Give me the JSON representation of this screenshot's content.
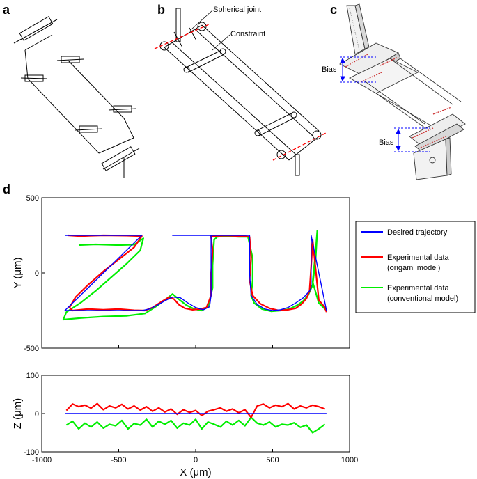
{
  "panels": {
    "a": "a",
    "b": "b",
    "c": "c",
    "d": "d"
  },
  "annotations": {
    "spherical_joint": "Spherical joint",
    "constraint": "Constraint",
    "bias_top": "Bias",
    "bias_bottom": "Bias"
  },
  "colors": {
    "desired": "#0000ff",
    "origami": "#ff0000",
    "conventional": "#00ee00",
    "dashed_axis": "#ff0000",
    "bias_arrow": "#0000ff"
  },
  "chart_data": [
    {
      "type": "line",
      "xlabel": "",
      "ylabel": "Y (μm)",
      "xlim": [
        -1000,
        1000
      ],
      "ylim": [
        -500,
        500
      ],
      "yticks": [
        "500",
        "0",
        "-500"
      ],
      "xticks": [],
      "legend_position": "right",
      "series": [
        {
          "name": "Desired trajectory",
          "x": [
            -850,
            -350,
            -850,
            -850,
            -350,
            -300,
            -250,
            -200,
            -150,
            -100,
            -50,
            0,
            50,
            90,
            100,
            100,
            100,
            100,
            -150,
            100,
            350,
            350,
            360,
            400,
            450,
            500,
            550,
            600,
            650,
            700,
            740,
            750,
            750,
            750,
            750,
            850
          ],
          "y": [
            250,
            250,
            -250,
            -250,
            -250,
            -240,
            -215,
            -185,
            -160,
            -165,
            -200,
            -230,
            -245,
            -225,
            -150,
            250,
            250,
            250,
            250,
            250,
            250,
            0,
            -150,
            -210,
            -240,
            -250,
            -245,
            -230,
            -200,
            -165,
            -120,
            -100,
            250,
            250,
            250,
            -250
          ]
        },
        {
          "name": "Experimental data\n(origami model)",
          "x": [
            -830,
            -750,
            -600,
            -450,
            -350,
            -400,
            -500,
            -600,
            -700,
            -780,
            -820,
            -800,
            -700,
            -600,
            -500,
            -400,
            -330,
            -280,
            -220,
            -170,
            -140,
            -110,
            -70,
            -20,
            30,
            70,
            100,
            100,
            110,
            100,
            100,
            200,
            300,
            350,
            360,
            350,
            370,
            420,
            480,
            540,
            600,
            650,
            690,
            720,
            740,
            750,
            760,
            800,
            840,
            850
          ],
          "y": [
            250,
            245,
            250,
            248,
            245,
            170,
            90,
            10,
            -80,
            -160,
            -230,
            -250,
            -240,
            -245,
            -240,
            -248,
            -250,
            -230,
            -190,
            -160,
            -175,
            -210,
            -235,
            -245,
            -240,
            -230,
            -150,
            0,
            150,
            240,
            245,
            248,
            245,
            240,
            100,
            -50,
            -150,
            -205,
            -235,
            -250,
            -245,
            -235,
            -205,
            -170,
            -120,
            40,
            220,
            -180,
            -230,
            -260
          ]
        },
        {
          "name": "Experimental data\n(conventional model)",
          "x": [
            -760,
            -650,
            -500,
            -400,
            -340,
            -360,
            -450,
            -550,
            -650,
            -750,
            -840,
            -860,
            -750,
            -600,
            -450,
            -330,
            -260,
            -200,
            -150,
            -110,
            -60,
            -10,
            40,
            80,
            110,
            110,
            120,
            140,
            200,
            280,
            340,
            370,
            370,
            360,
            380,
            430,
            490,
            550,
            610,
            660,
            700,
            730,
            760,
            780,
            790,
            780,
            760,
            800,
            850
          ],
          "y": [
            185,
            190,
            185,
            188,
            230,
            150,
            60,
            -30,
            -120,
            -200,
            -260,
            -310,
            -300,
            -290,
            -285,
            -270,
            -225,
            -180,
            -140,
            -175,
            -215,
            -240,
            -250,
            -225,
            -100,
            50,
            220,
            240,
            245,
            240,
            240,
            100,
            -50,
            -150,
            -200,
            -240,
            -255,
            -250,
            -240,
            -215,
            -185,
            -150,
            -80,
            100,
            280,
            150,
            -60,
            -200,
            -250
          ]
        }
      ]
    },
    {
      "type": "line",
      "xlabel": "X (μm)",
      "ylabel": "Z (μm)",
      "xlim": [
        -1000,
        1000
      ],
      "ylim": [
        -100,
        100
      ],
      "yticks": [
        "100",
        "0",
        "-100"
      ],
      "xticks": [
        "-1000",
        "-500",
        "0",
        "500",
        "1000"
      ],
      "series": [
        {
          "name": "Desired trajectory",
          "x": [
            -850,
            850
          ],
          "y": [
            0,
            0
          ]
        },
        {
          "name": "Experimental data\n(origami model)",
          "x": [
            -840,
            -800,
            -760,
            -720,
            -680,
            -640,
            -600,
            -560,
            -520,
            -480,
            -440,
            -400,
            -360,
            -320,
            -280,
            -240,
            -200,
            -160,
            -120,
            -80,
            -40,
            0,
            40,
            80,
            120,
            160,
            200,
            240,
            280,
            320,
            360,
            400,
            440,
            480,
            520,
            560,
            600,
            640,
            680,
            720,
            760,
            800,
            840
          ],
          "y": [
            8,
            25,
            18,
            22,
            14,
            26,
            10,
            20,
            15,
            24,
            12,
            20,
            9,
            18,
            6,
            15,
            4,
            12,
            -2,
            10,
            3,
            8,
            -5,
            6,
            10,
            15,
            6,
            12,
            2,
            10,
            -10,
            20,
            25,
            15,
            22,
            18,
            26,
            12,
            20,
            15,
            22,
            18,
            12
          ]
        },
        {
          "name": "Experimental data\n(conventional model)",
          "x": [
            -840,
            -800,
            -760,
            -720,
            -680,
            -640,
            -600,
            -560,
            -520,
            -480,
            -440,
            -400,
            -360,
            -320,
            -280,
            -240,
            -200,
            -160,
            -120,
            -80,
            -40,
            0,
            40,
            80,
            120,
            160,
            200,
            240,
            280,
            320,
            360,
            400,
            440,
            480,
            520,
            560,
            600,
            640,
            680,
            720,
            760,
            800,
            840
          ],
          "y": [
            -30,
            -20,
            -40,
            -25,
            -35,
            -22,
            -38,
            -28,
            -32,
            -18,
            -40,
            -26,
            -30,
            -15,
            -35,
            -20,
            -28,
            -18,
            -38,
            -25,
            -30,
            -15,
            -40,
            -22,
            -28,
            -35,
            -20,
            -30,
            -18,
            -32,
            -10,
            -25,
            -30,
            -22,
            -35,
            -28,
            -30,
            -24,
            -36,
            -30,
            -50,
            -40,
            -28
          ]
        }
      ]
    }
  ]
}
